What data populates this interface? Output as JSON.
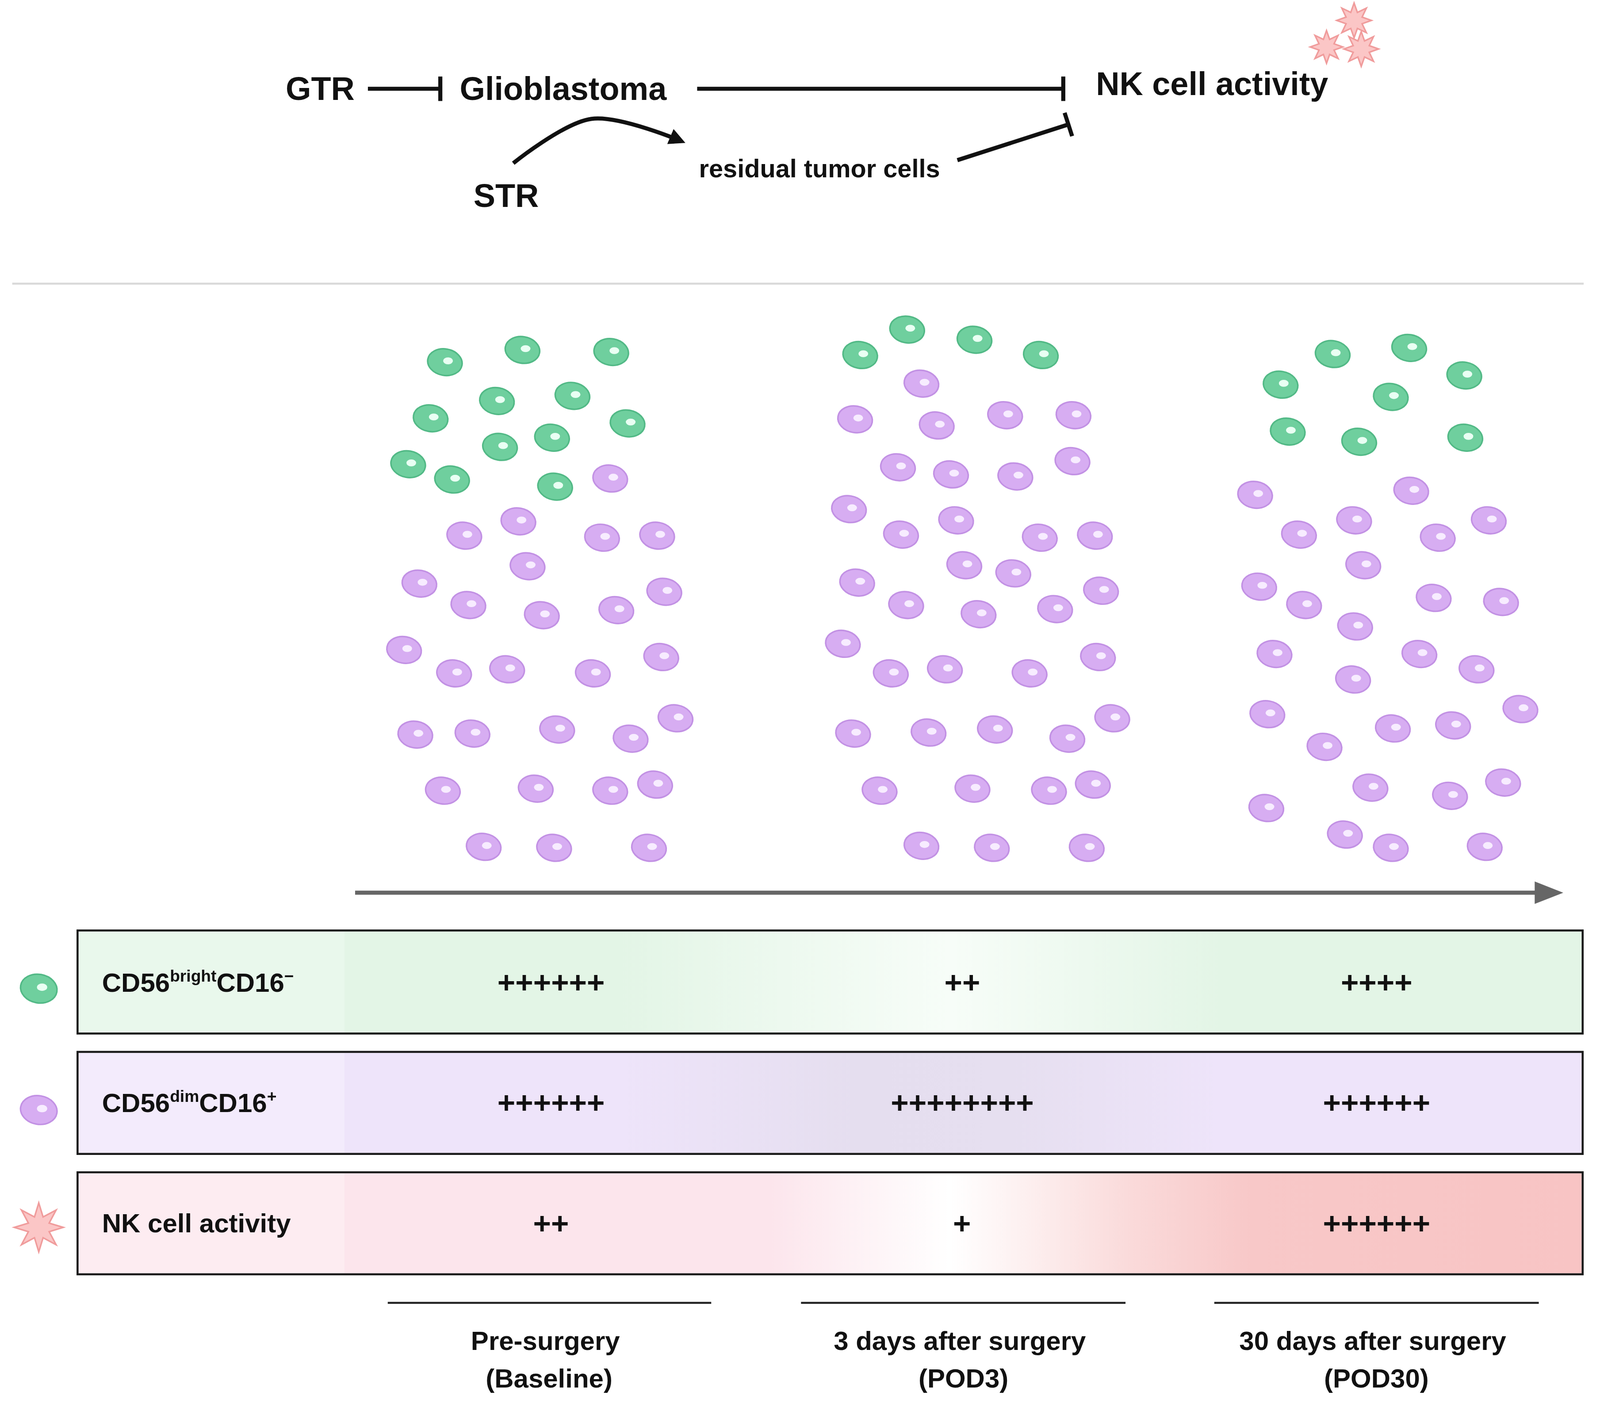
{
  "diagram": {
    "nodes": [
      {
        "text": [
          "GTR"
        ]
      },
      {
        "text": [
          "Glioblastoma"
        ]
      },
      {
        "text": [
          "NK cell activity"
        ]
      },
      {
        "text": [
          "STR"
        ]
      },
      {
        "text": [
          "residual tumor cells"
        ]
      },
      {
        "text": [
          "CD56brightCD16−",
          "++++++",
          "++",
          "++++"
        ]
      },
      {
        "text": [
          "CD56dimCD16+",
          "++++++",
          "++++++++",
          "++++++"
        ]
      },
      {
        "text": [
          "NK cell activity",
          "++",
          "+",
          "++++++"
        ]
      }
    ],
    "edges": [
      {
        "from": 0,
        "to": 1,
        "arrow": "to"
      },
      {
        "from": 1,
        "to": 2,
        "arrow": "to"
      },
      {
        "from": 3,
        "to": 4,
        "arrow": "to"
      },
      {
        "from": 4,
        "to": 2,
        "arrow": "to"
      }
    ],
    "labels": [
      "Pre-surgery (Baseline)",
      "3 days after surgery (POD3)",
      "30 days after surgery (POD30)"
    ]
  }
}
